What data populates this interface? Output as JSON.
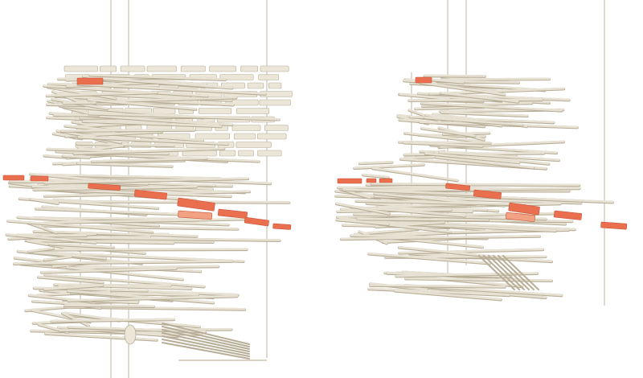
{
  "image": {
    "subject": "architectural-models",
    "models": [
      {
        "id": "left-model",
        "highlight": "orange"
      },
      {
        "id": "right-model",
        "highlight": "orange"
      }
    ]
  },
  "colors": {
    "background": "#ffffff",
    "bar": "#e8e2d4",
    "bar_edge": "#b8ae98",
    "block": "#ece6d8",
    "highlight": "#e96f4e",
    "highlight_light": "#f2a183",
    "rod": "#d9d2c2"
  }
}
